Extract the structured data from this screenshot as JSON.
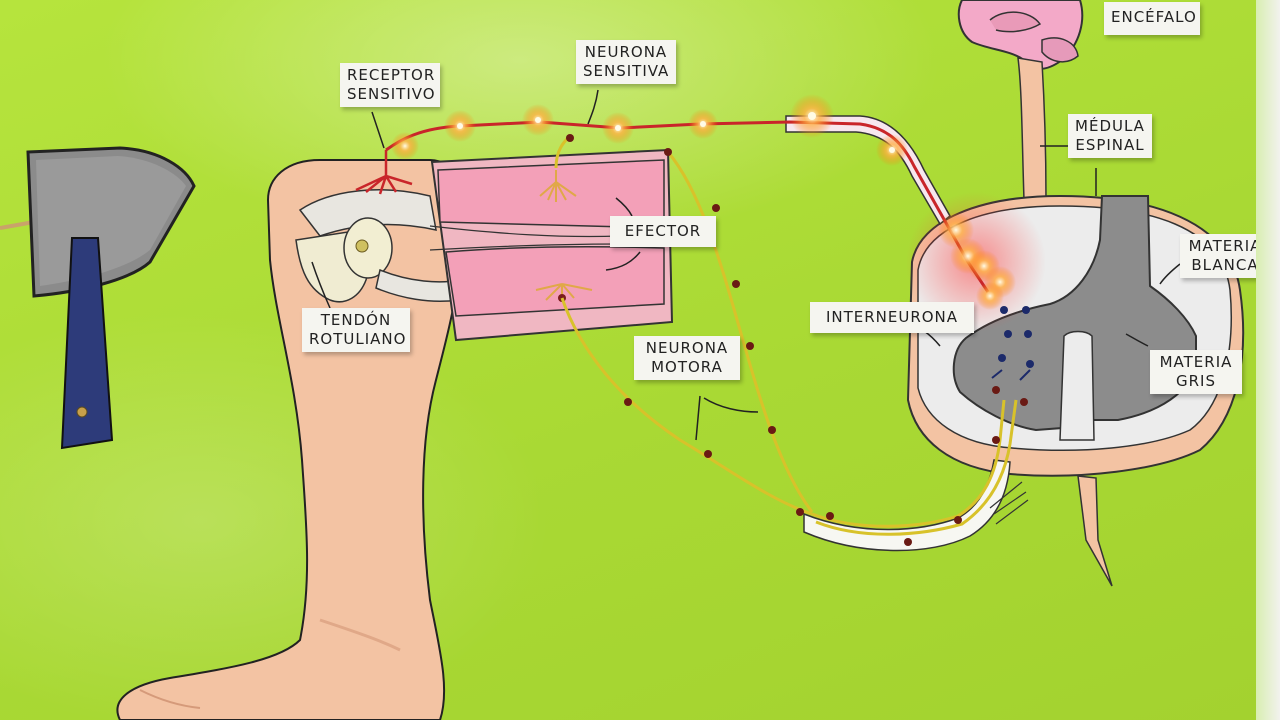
{
  "labels": {
    "receptor": [
      "RECEPTOR",
      "SENSITIVO"
    ],
    "neurona_sensitiva": [
      "NEURONA",
      "SENSITIVA"
    ],
    "encefalo": [
      "ENCÉFALO"
    ],
    "medula": [
      "MÉDULA",
      "ESPINAL"
    ],
    "efector": [
      "EFECTOR"
    ],
    "materia_blanca": [
      "MATERIA",
      "BLANCA"
    ],
    "interneurona": [
      "INTERNEURONA"
    ],
    "materia_gris": [
      "MATERIA",
      "GRIS"
    ],
    "neurona_motora": [
      "NEURONA",
      "MOTORA"
    ],
    "tendon": [
      "TENDÓN",
      "ROTULIANO"
    ]
  },
  "colors": {
    "background": "#b0df38",
    "skin": "#f3c3a3",
    "muscle": "#f0a8bb",
    "sensory_nerve": "#c9252a",
    "motor_nerve": "#d8c22a",
    "gray_matter": "#8c8c8c",
    "white_matter": "#ececec",
    "brain": "#f3a9c8",
    "hammer_head": "#8b8b8b",
    "hammer_handle": "#2d3b7a"
  },
  "icons": [
    "reflex-hammer-icon",
    "brain-icon",
    "spinal-cord-icon",
    "leg-icon",
    "led-light-icon"
  ]
}
